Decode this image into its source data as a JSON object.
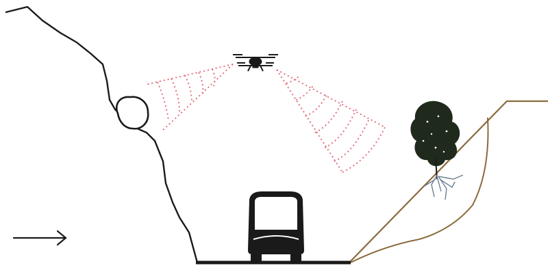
{
  "diagram": {
    "subject": "drone-slope-monitoring",
    "icons": [
      "rock-cliff",
      "boulder",
      "drone",
      "scan-beam",
      "tree",
      "landslide-slope",
      "bus",
      "arrow-right-icon"
    ],
    "colors": {
      "line": "#1a1a1a",
      "scan_beam": "#e3707d",
      "slope": "#8a6a3c",
      "tree_foliage": "#1f2a1c",
      "roots": "#6e7f93",
      "background": "#ffffff"
    }
  }
}
